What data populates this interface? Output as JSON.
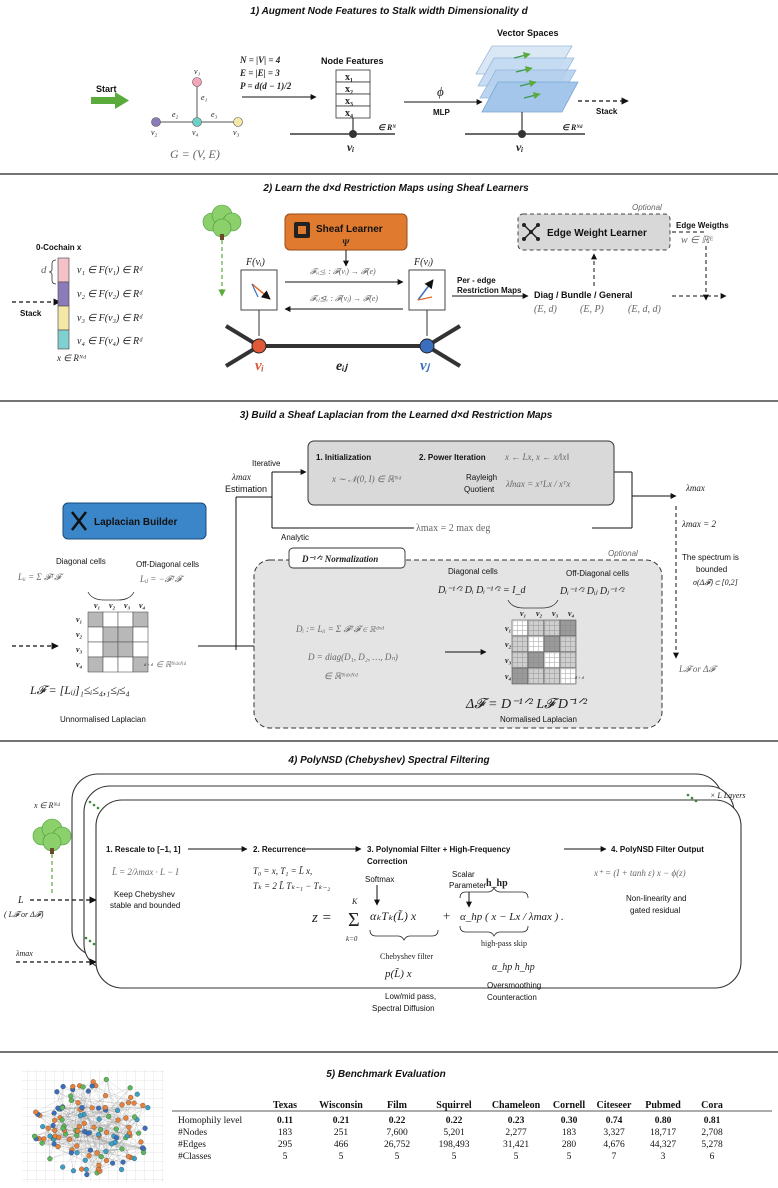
{
  "sections": {
    "s1": {
      "title": "1) Augment Node Features to Stalk width Dimensionality d",
      "start": "Start",
      "node_labels": [
        "v₁",
        "v₂",
        "v₃",
        "v₄"
      ],
      "edge_labels": [
        "e₁",
        "e₂",
        "e₃"
      ],
      "graph_caption": "G = (V, E)",
      "eq_n": "N = |V| = 4",
      "eq_e": "E = |E| = 3",
      "eq_p": "P = d(d − 1)/2",
      "node_features_title": "Node Features",
      "features": [
        "x₁",
        "x₂",
        "x₃",
        "x₄"
      ],
      "rn": "∈ Rᴺ",
      "vi": "vᵢ",
      "phi": "ϕ",
      "mlp": "MLP",
      "vector_spaces": "Vector Spaces",
      "rnd": "∈ Rᴺᵈ",
      "stack": "Stack"
    },
    "s2": {
      "title": "2) Learn the d×d Restriction Maps using Sheaf Learners",
      "cochain_title": "0-Cochain x",
      "d_label": "d",
      "cochain_rows": [
        "v₁ ∈ F(v₁) ∈ Rᵈ",
        "v₂ ∈ F(v₂) ∈ Rᵈ",
        "v₃ ∈ F(v₃) ∈ Rᵈ",
        "v₄ ∈ F(v₄) ∈ Rᵈ"
      ],
      "cochain_colors": [
        "#f4c1c8",
        "#8b7bb8",
        "#f5e8a6",
        "#7fd0d0"
      ],
      "x_in": "x ∈ Rᴺᵈ",
      "stack": "Stack",
      "sheaf_learner": "Sheaf Learner",
      "psi": "Ψ",
      "fvi": "F(vᵢ)",
      "fvj": "F(vⱼ)",
      "map_top": "𝓕ᵥᵢ⊴ₑ : 𝓕(vᵢ) → 𝓕(e)",
      "map_bottom": "𝓕ᵥⱼ⊴ₑ : 𝓕(vⱼ) → 𝓕(e)",
      "per_edge_1": "Per - edge",
      "per_edge_2": "Restriction Maps",
      "vi": "vᵢ",
      "vj": "vⱼ",
      "eij": "eᵢⱼ",
      "optional": "Optional",
      "edge_weight_learner": "Edge Weight Learner",
      "edge_weights": "Edge Weigths",
      "w_space": "w ∈ ℝᴱ",
      "map_types": "Diag  /  Bundle  /  General",
      "map_dims": [
        "(E, d)",
        "(E, P)",
        "(E, d, d)"
      ]
    },
    "s3": {
      "title": "3) Build a Sheaf Laplacian from the Learned d×d Restriction Maps",
      "lambda_est_1": "λmax",
      "lambda_est_2": "Estimation",
      "iterative": "Iterative",
      "analytic": "Analytic",
      "init_title": "1.  Initialization",
      "init_eq": "x ∼ 𝒩(0, I) ∈ ℝᴺᵈ",
      "power_title": "2.  Power Iteration",
      "power_eq": "x ← Lx, x ← x/‖x‖",
      "rayleigh_1": "Rayleigh",
      "rayleigh_2": "Quotient",
      "rayleigh_eq": "λ̂max = xᵀLx / xᵀx",
      "analytic_eq": "λmax = 2 max deg",
      "lambda_max": "λmax",
      "lambda_eq_2": "λmax = 2",
      "bounded_1": "The spectrum is",
      "bounded_2": "bounded",
      "bounded_3": "σ(Δ𝓕) ⊂ [0,2]",
      "output": "L𝓕 or Δ𝓕",
      "laplacian_builder": "Laplacian Builder",
      "diag_cells": "Diagonal cells",
      "offdiag_cells": "Off-Diagonal cells",
      "lii": "Lᵢᵢ = Σ 𝓕ᵀ𝓕",
      "lij": "Lᵢⱼ = −𝓕ᵀ𝓕",
      "matrix_headers": [
        "v₁",
        "v₂",
        "v₃",
        "v₄"
      ],
      "matrix_dim": "∈ ℝᴺᵈˣᴺᵈ",
      "cell_dim": "d × d",
      "lf": "L𝓕 = [Lᵢⱼ]₁≤ᵢ≤₄,₁≤ⱼ≤₄",
      "unnorm": "Unnormalised Laplacian",
      "norm_title": "D⁻¹ᐟ² Normalization",
      "optional": "Optional",
      "di_eq": "Dᵢ := Lᵢᵢ = Σ 𝓕ᵀ𝓕 ∈ ℝᵈˣᵈ",
      "d_eq_1": "D = diag(D₁, D₂, …, Dₙ)",
      "d_eq_2": "∈ ℝᴺᵈˣᴺᵈ",
      "norm_diag": "Diagonal cells",
      "norm_diag_eq": "Dᵢ⁻¹ᐟ² Dᵢ Dᵢ⁻¹ᐟ² = I_d",
      "norm_off": "Off-Diagonal cells",
      "norm_off_eq": "Dᵢ⁻¹ᐟ² Dᵢⱼ Dⱼ⁻¹ᐟ²",
      "delta_eq": "Δ𝓕 = D⁻¹ᐟ² L𝓕 D⁻¹ᐟ²",
      "normalised": "Normalised Laplacian"
    },
    "s4": {
      "title": "4) PolyNSD (Chebyshev) Spectral Filtering",
      "x_in": "x ∈ Rᴺᵈ",
      "l_in": "L",
      "l_sub": "( L𝓕 or Δ𝓕)",
      "lambda_in": "λmax",
      "layers": "× L Layers",
      "step1_title": "1.  Rescale to [−1, 1]",
      "step1_eq": "L̃ = 2/λmax · L − I",
      "step1_desc_1": "Keep Chebyshev",
      "step1_desc_2": "stable and bounded",
      "step2_title": "2.  Recurrence",
      "step2_eq_1": "T₀ = x,   T₁ = L̃ x,",
      "step2_eq_2": "Tₖ = 2 L̃ Tₖ₋₁ − Tₖ₋₂",
      "step3_title_1": "3.  Polynomial Filter + High-Frequency",
      "step3_title_2": "Correction",
      "softmax": "Softmax",
      "scalar_1": "Scalar",
      "scalar_2": "Parameter",
      "hhp": "h_hp",
      "z_eq_lhs": "z =",
      "z_sum": "Σ",
      "z_k": "K",
      "z_k0": "k=0",
      "z_term": "αₖTₖ(L̃) x",
      "z_plus": "+",
      "z_hp": "α_hp ( x − Lx / λmax ) .",
      "cheb_filter": "Chebyshev filter",
      "plx": "p(L̃) x",
      "lowmid_1": "Low/mid pass,",
      "lowmid_2": "Spectral Diffusion",
      "hp_skip": "high-pass skip",
      "ahhp": "α_hp h_hp",
      "overs_1": "Oversmoothing",
      "overs_2": "Counteraction",
      "step4_title": "4.  PolyNSD Filter Output",
      "step4_eq": "x⁺ = (I + tanh ε) x − ϕ(z)",
      "step4_desc_1": "Non-linearity and",
      "step4_desc_2": "gated residual"
    },
    "s5": {
      "title": "5) Benchmark Evaluation",
      "table": {
        "headers": [
          "",
          "Texas",
          "Wisconsin",
          "Film",
          "Squirrel",
          "Chameleon",
          "Cornell",
          "Citeseer",
          "Pubmed",
          "Cora"
        ],
        "rows": [
          [
            "Homophily level",
            "0.11",
            "0.21",
            "0.22",
            "0.22",
            "0.23",
            "0.30",
            "0.74",
            "0.80",
            "0.81"
          ],
          [
            "#Nodes",
            "183",
            "251",
            "7,600",
            "5,201",
            "2,277",
            "183",
            "3,327",
            "18,717",
            "2,708"
          ],
          [
            "#Edges",
            "295",
            "466",
            "26,752",
            "198,493",
            "31,421",
            "280",
            "4,676",
            "44,327",
            "5,278"
          ],
          [
            "#Classes",
            "5",
            "5",
            "5",
            "5",
            "5",
            "5",
            "7",
            "3",
            "6"
          ]
        ]
      }
    }
  },
  "colors": {
    "accent_green": "#5aaa3c",
    "sheaf_orange": "#e07a2e",
    "builder_blue": "#3a86c8",
    "node_red": "#e05a3a",
    "node_blue": "#3a6fc0"
  }
}
